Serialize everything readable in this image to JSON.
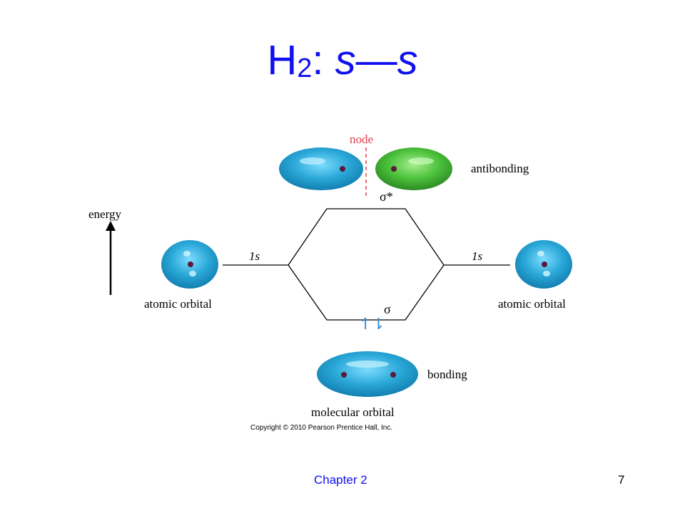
{
  "title": {
    "prefix": "H",
    "subscript": "2",
    "separator": ": ",
    "left": "s",
    "dash": "—",
    "right": "s"
  },
  "diagram": {
    "energy_label": "energy",
    "node_label": "node",
    "antibonding_label": "antibonding",
    "sigma_star_label": "σ*",
    "sigma_label": "σ",
    "left_level_label": "1s",
    "right_level_label": "1s",
    "left_orbital_label": "atomic orbital",
    "right_orbital_label": "atomic orbital",
    "bonding_label": "bonding",
    "molecular_orbital_label": "molecular orbital",
    "electrons": "↿⇂",
    "copyright": "Copyright © 2010 Pearson Prentice Hall, Inc.",
    "colors": {
      "orbital_blue": "#2aa8d8",
      "orbital_green": "#4cc23c",
      "node_red": "#e0404a",
      "nucleus": "#5a1a3a",
      "electron_arrows": "#2a8ad8"
    }
  },
  "footer": {
    "chapter": "Chapter 2",
    "page": "7"
  }
}
